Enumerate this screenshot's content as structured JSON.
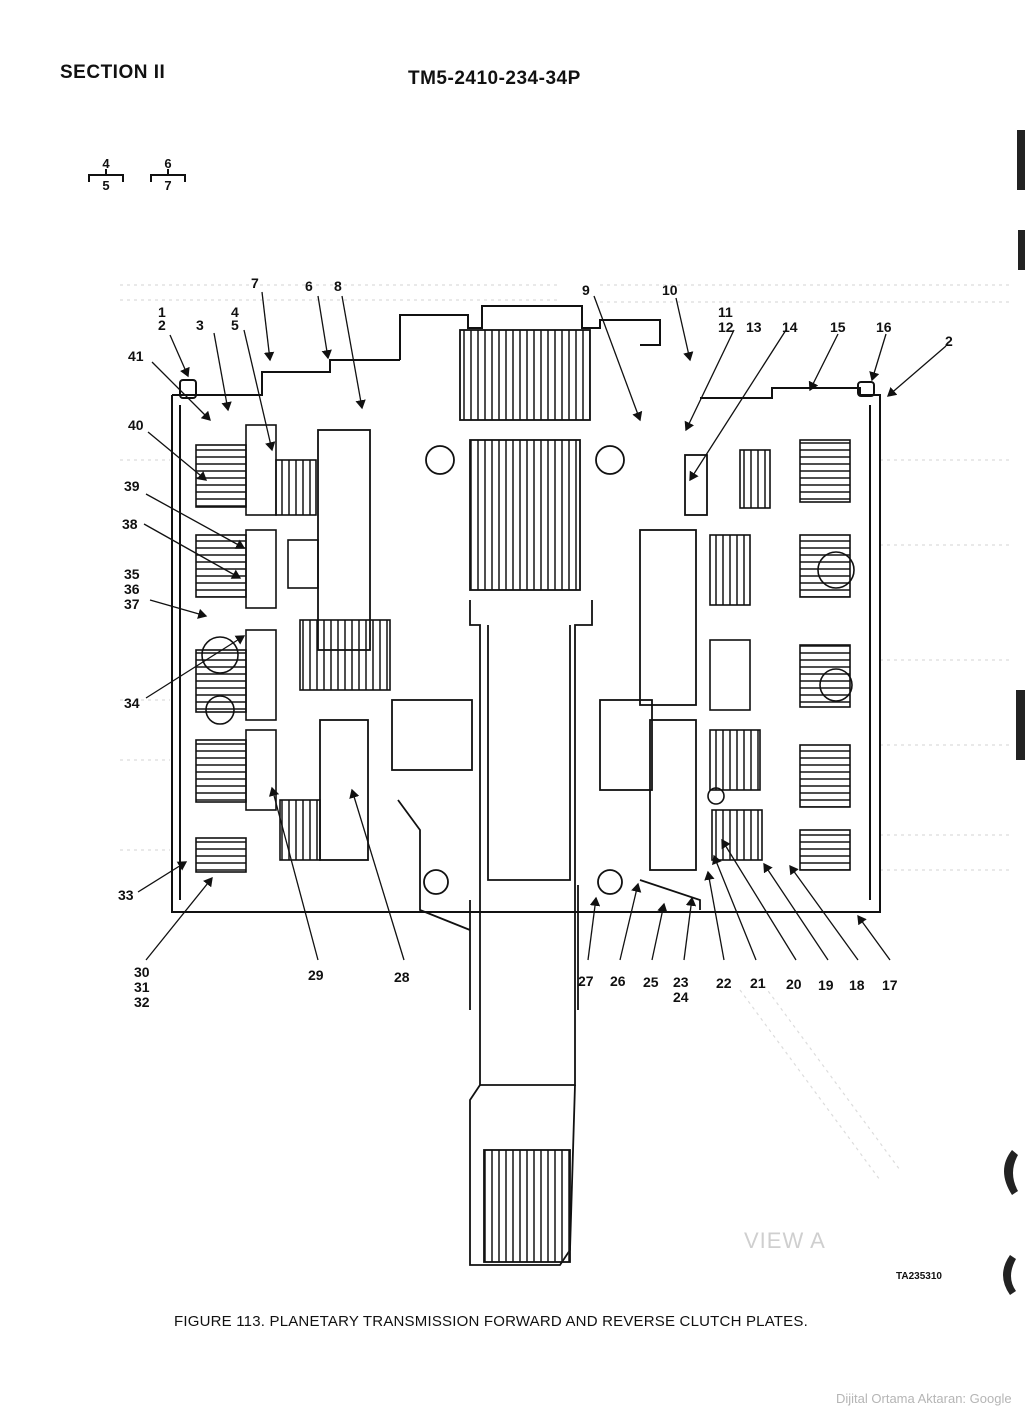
{
  "header": {
    "section": "SECTION II",
    "tm_number": "TM5-2410-234-34P"
  },
  "sheet_keys": [
    {
      "top": "4",
      "bottom": "5"
    },
    {
      "top": "6",
      "bottom": "7"
    }
  ],
  "callouts": {
    "c1": "1",
    "c2a": "2",
    "c2b": "2",
    "c3": "3",
    "c4": "4",
    "c5": "5",
    "c6": "6",
    "c7": "7",
    "c8": "8",
    "c9": "9",
    "c10": "10",
    "c11": "11",
    "c12": "12",
    "c13": "13",
    "c14": "14",
    "c15": "15",
    "c16": "16",
    "c17": "17",
    "c18": "18",
    "c19": "19",
    "c20": "20",
    "c21": "21",
    "c22": "22",
    "c23": "23",
    "c24": "24",
    "c25": "25",
    "c26": "26",
    "c27": "27",
    "c28": "28",
    "c29": "29",
    "c30": "30",
    "c31": "31",
    "c32": "32",
    "c33": "33",
    "c34": "34",
    "c35": "35",
    "c36": "36",
    "c37": "37",
    "c38": "38",
    "c39": "39",
    "c40": "40",
    "c41": "41"
  },
  "view_label": "VIEW A",
  "drawing_code": "TA235310",
  "figure_caption": "FIGURE 113. PLANETARY TRANSMISSION FORWARD AND REVERSE CLUTCH PLATES.",
  "scan_credit": "Dijital Ortama Aktaran: Google"
}
